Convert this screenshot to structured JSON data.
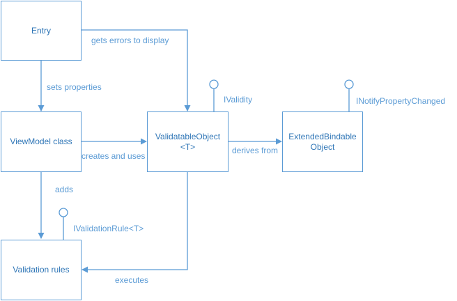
{
  "boxes": {
    "entry": "Entry",
    "viewmodel": "ViewModel class",
    "validatable": {
      "line1": "ValidatableObject",
      "line2": "<T>"
    },
    "extended": {
      "line1": "ExtendedBindable",
      "line2": "Object"
    },
    "rules": "Validation rules"
  },
  "edges": {
    "gets_errors": "gets errors to display",
    "sets_properties": "sets properties",
    "creates_and_uses": "creates and uses",
    "derives_from": "derives from",
    "adds": "adds",
    "executes": "executes"
  },
  "interfaces": {
    "ivalidity": "IValidity",
    "inotify": "INotifyPropertyChanged",
    "ivalidationrule": "IValidationRule<T>"
  },
  "colors": {
    "line": "#5b9bd5",
    "text": "#2e75b6",
    "label": "#5b9bd5"
  }
}
